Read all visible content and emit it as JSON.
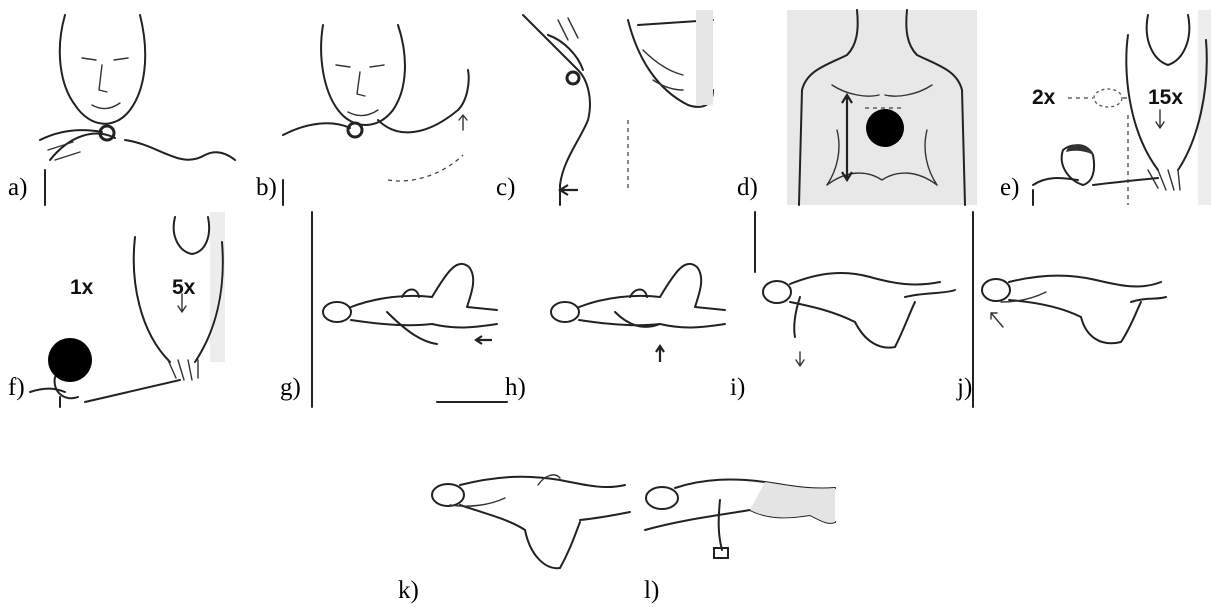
{
  "figure": {
    "panels": [
      {
        "id": "a",
        "label": "a)"
      },
      {
        "id": "b",
        "label": "b)"
      },
      {
        "id": "c",
        "label": "c)"
      },
      {
        "id": "d",
        "label": "d)"
      },
      {
        "id": "e",
        "label": "e)",
        "breaths_label": "2x",
        "compressions_label": "15x"
      },
      {
        "id": "f",
        "label": "f)",
        "breaths_label": "1x",
        "compressions_label": "5x"
      },
      {
        "id": "g",
        "label": "g)"
      },
      {
        "id": "h",
        "label": "h)"
      },
      {
        "id": "i",
        "label": "i)"
      },
      {
        "id": "j",
        "label": "j)"
      },
      {
        "id": "k",
        "label": "k)"
      },
      {
        "id": "l",
        "label": "l)"
      }
    ]
  }
}
